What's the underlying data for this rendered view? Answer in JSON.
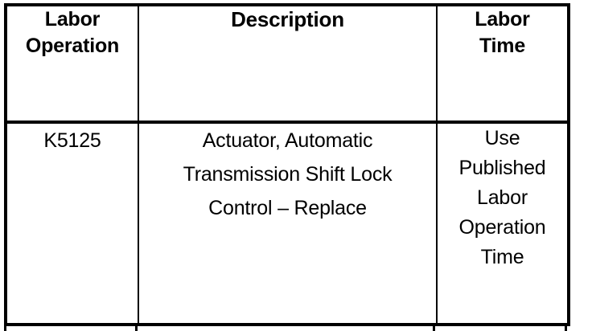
{
  "table": {
    "name": "labor-operation-table",
    "columns": [
      {
        "key": "labor_operation",
        "header_lines": [
          "Labor",
          "Operation"
        ]
      },
      {
        "key": "description",
        "header_lines": [
          "Description"
        ]
      },
      {
        "key": "labor_time",
        "header_lines": [
          "Labor",
          "Time"
        ]
      }
    ],
    "rows": [
      {
        "labor_operation": [
          "K5125"
        ],
        "description": [
          "Actuator, Automatic",
          "Transmission Shift Lock",
          "Control – Replace"
        ],
        "labor_time": [
          "Use",
          "Published",
          "Labor",
          "Operation",
          "Time"
        ]
      }
    ]
  },
  "colors": {
    "border": "#000000",
    "text": "#000000",
    "background": "#ffffff"
  }
}
